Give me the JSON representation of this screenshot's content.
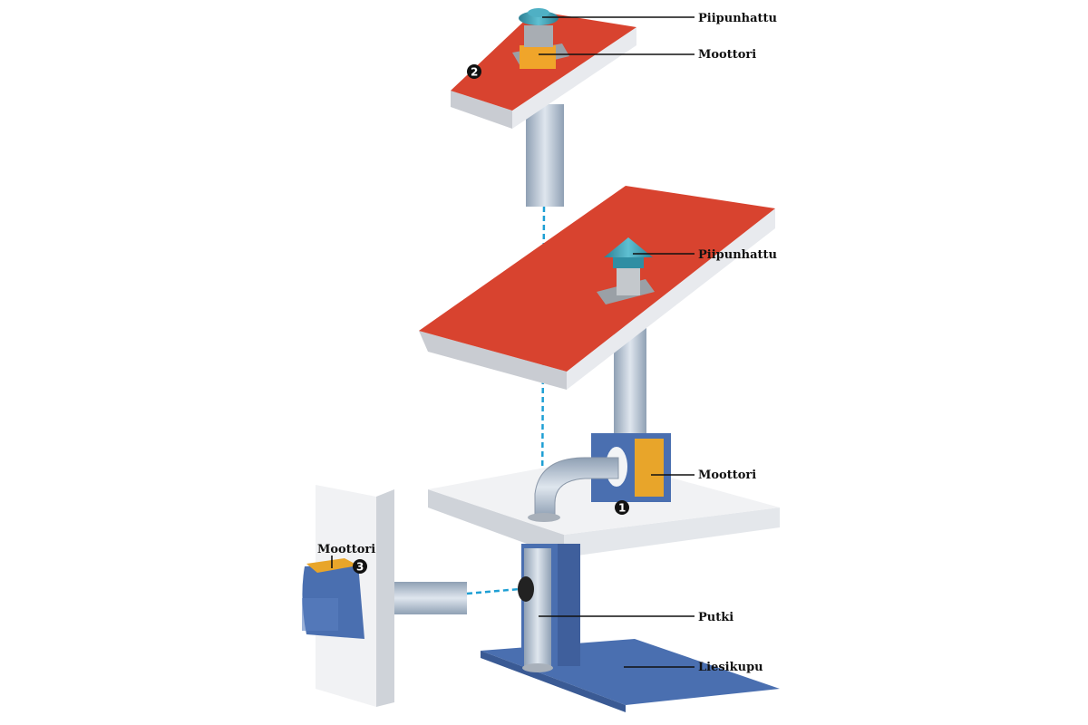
{
  "labels": {
    "chimney_cap_top": "Piipunhattu",
    "motor_top": "Moottori",
    "chimney_cap_middle": "Piipunhattu",
    "motor_middle": "Moottori",
    "motor_wall": "Moottori",
    "pipe": "Putki",
    "hood": "Liesikupu"
  },
  "markers": {
    "one": "1",
    "two": "2",
    "three": "3"
  },
  "colors": {
    "roof": "#d8432f",
    "duct_blue": "#4a6fb0",
    "motor": "#e8a52a",
    "dashed": "#1e9fd4",
    "cap": "#3a9bb0"
  }
}
